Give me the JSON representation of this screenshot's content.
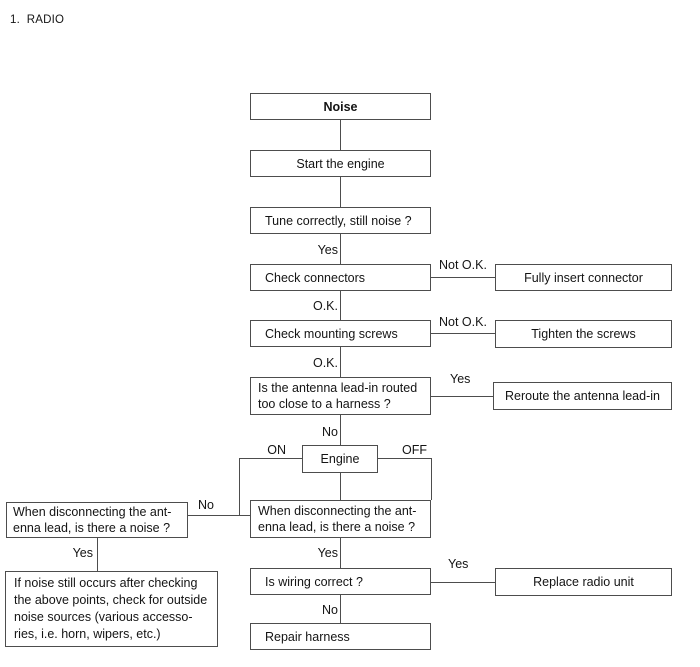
{
  "page": {
    "title": "1.  RADIO"
  },
  "colors": {
    "line": "#4d4d4d",
    "text": "#141414",
    "background": "#ffffff"
  },
  "flowchart": {
    "nodes": {
      "noise": "Noise",
      "start_engine": "Start the engine",
      "tune": "Tune correctly, still noise ?",
      "check_connectors": "Check connectors",
      "fully_insert": "Fully insert connector",
      "check_screws": "Check mounting screws",
      "tighten_screws": "Tighten the screws",
      "antenna_routed": "Is the antenna lead-in routed\ntoo close to a harness ?",
      "reroute": "Reroute the antenna lead-in",
      "engine": "Engine",
      "disconnect_left": "When disconnecting the ant-\nenna lead, is there a noise ?",
      "disconnect_center": "When disconnecting  the ant-\nenna lead, is there a noise ?",
      "outside_noise": "If noise still occurs after checking\nthe above points, check for outside\nnoise sources (various accesso-\nries, i.e. horn, wipers, etc.)",
      "wiring": "Is wiring correct ?",
      "replace_radio": "Replace radio unit",
      "repair_harness": "Repair harness"
    },
    "labels": {
      "yes_tune": "Yes",
      "ok_connectors": "O.K.",
      "not_ok_connectors": "Not O.K.",
      "ok_screws": "O.K.",
      "not_ok_screws": "Not O.K.",
      "yes_antenna": "Yes",
      "no_antenna": "No",
      "on": "ON",
      "off": "OFF",
      "no_disconnect": "No",
      "yes_disconnect_left": "Yes",
      "yes_disconnect_center": "Yes",
      "yes_wiring": "Yes",
      "no_wiring": "No"
    }
  }
}
